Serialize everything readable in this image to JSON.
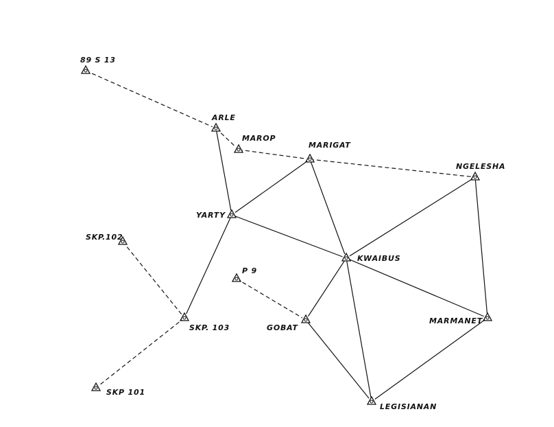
{
  "colors": {
    "ink": "#111111",
    "background": "#ffffff"
  },
  "marker_icon": "triangulation-station-icon",
  "stations": [
    {
      "id": "s89",
      "label": "89 S 13"
    },
    {
      "id": "arle",
      "label": "ARLE"
    },
    {
      "id": "marop",
      "label": "MAROP"
    },
    {
      "id": "marigat",
      "label": "MARIGAT"
    },
    {
      "id": "ngelesha",
      "label": "NGELESHA"
    },
    {
      "id": "yarty",
      "label": "YARTY"
    },
    {
      "id": "skp102",
      "label": "SKP.102"
    },
    {
      "id": "kwaibus",
      "label": "KWAIBUS"
    },
    {
      "id": "p9",
      "label": "P 9"
    },
    {
      "id": "gobat",
      "label": "GOBAT"
    },
    {
      "id": "marmanet",
      "label": "MARMANET"
    },
    {
      "id": "skp103",
      "label": "SKP. 103"
    },
    {
      "id": "skp101",
      "label": "SKP 101"
    },
    {
      "id": "legisianan",
      "label": "LEGISIANAN"
    }
  ],
  "links": [
    {
      "from": "s89",
      "to": "arle",
      "style": "dashed"
    },
    {
      "from": "arle",
      "to": "marop",
      "style": "dashed"
    },
    {
      "from": "marop",
      "to": "marigat",
      "style": "dashed"
    },
    {
      "from": "marigat",
      "to": "ngelesha",
      "style": "dashed"
    },
    {
      "from": "arle",
      "to": "yarty",
      "style": "solid"
    },
    {
      "from": "yarty",
      "to": "marigat",
      "style": "solid"
    },
    {
      "from": "marigat",
      "to": "kwaibus",
      "style": "solid"
    },
    {
      "from": "yarty",
      "to": "kwaibus",
      "style": "solid"
    },
    {
      "from": "yarty",
      "to": "skp103",
      "style": "solid"
    },
    {
      "from": "kwaibus",
      "to": "ngelesha",
      "style": "solid"
    },
    {
      "from": "ngelesha",
      "to": "marmanet",
      "style": "solid"
    },
    {
      "from": "kwaibus",
      "to": "marmanet",
      "style": "solid"
    },
    {
      "from": "kwaibus",
      "to": "gobat",
      "style": "solid"
    },
    {
      "from": "kwaibus",
      "to": "legisianan",
      "style": "solid"
    },
    {
      "from": "gobat",
      "to": "legisianan",
      "style": "solid"
    },
    {
      "from": "legisianan",
      "to": "marmanet",
      "style": "solid"
    },
    {
      "from": "p9",
      "to": "gobat",
      "style": "dashed"
    },
    {
      "from": "skp102",
      "to": "skp103",
      "style": "dashed"
    },
    {
      "from": "skp103",
      "to": "skp101",
      "style": "dashed"
    }
  ]
}
